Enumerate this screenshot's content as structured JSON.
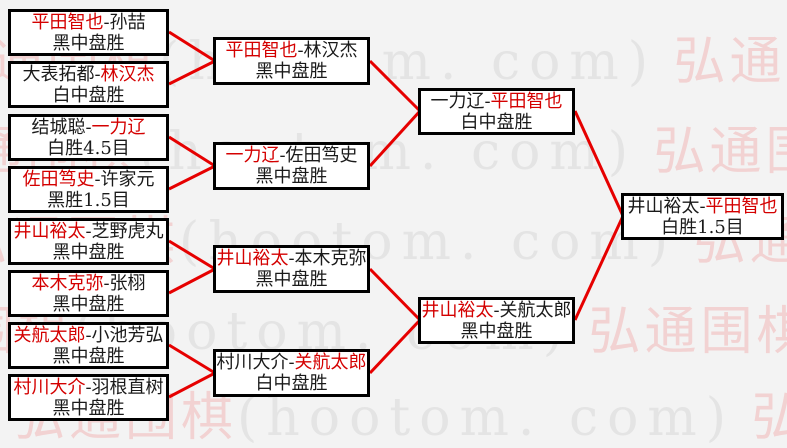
{
  "watermark": {
    "brand": "弘通围棋",
    "site": "(hootom. com)",
    "pink_color": "#f2d2d2",
    "gray_color": "#e4e4e4"
  },
  "colors": {
    "background": "#f3f3f3",
    "connector_red": "#e60000",
    "winner_red": "#d40000",
    "text_black": "#1a1a1a",
    "box_border": "#000000",
    "box_background": "#ffffff"
  },
  "matches": [
    {
      "round": "round1",
      "p1": "平田智也",
      "sep": "-",
      "p2": "孙喆",
      "result": "黑中盘胜",
      "red_player": "p1"
    },
    {
      "round": "round1",
      "p1": "大表拓都",
      "sep": "-",
      "p2": "林汉杰",
      "result": "白中盘胜",
      "red_player": "p2"
    },
    {
      "round": "round1",
      "p1": "结城聪",
      "sep": "-",
      "p2": "一力辽",
      "result": "白胜4.5目",
      "red_player": "p2"
    },
    {
      "round": "round1",
      "p1": "佐田笃史",
      "sep": "-",
      "p2": "许家元",
      "result": "黑胜1.5目",
      "red_player": "p1"
    },
    {
      "round": "round1",
      "p1": "井山裕太",
      "sep": "-",
      "p2": "芝野虎丸",
      "result": "黑中盘胜",
      "red_player": "p1"
    },
    {
      "round": "round1",
      "p1": "本木克弥",
      "sep": "-",
      "p2": "张栩",
      "result": "黑中盘胜",
      "red_player": "p1"
    },
    {
      "round": "round1",
      "p1": "关航太郎",
      "sep": "-",
      "p2": "小池芳弘",
      "result": "黑中盘胜",
      "red_player": "p1"
    },
    {
      "round": "round1",
      "p1": "村川大介",
      "sep": "-",
      "p2": "羽根直树",
      "result": "黑中盘胜",
      "red_player": "p1"
    },
    {
      "round": "round2",
      "p1": "平田智也",
      "sep": "-",
      "p2": "林汉杰",
      "result": "黑中盘胜",
      "red_player": "p1"
    },
    {
      "round": "round2",
      "p1": "一力辽",
      "sep": "-",
      "p2": "佐田笃史",
      "result": "黑中盘胜",
      "red_player": "p1"
    },
    {
      "round": "round2",
      "p1": "井山裕太",
      "sep": "-",
      "p2": "本木克弥",
      "result": "黑中盘胜",
      "red_player": "p1"
    },
    {
      "round": "round2",
      "p1": "村川大介",
      "sep": "-",
      "p2": "关航太郎",
      "result": "白中盘胜",
      "red_player": "p2"
    },
    {
      "round": "semifinal",
      "p1": "一力辽",
      "sep": "-",
      "p2": "平田智也",
      "result": "白中盘胜",
      "red_player": "p2"
    },
    {
      "round": "semifinal",
      "p1": "井山裕太",
      "sep": "-",
      "p2": "关航太郎",
      "result": "黑中盘胜",
      "red_player": "p1"
    },
    {
      "round": "final",
      "p1": "井山裕太",
      "sep": "-",
      "p2": "平田智也",
      "result": "白胜1.5目",
      "red_player": "p2"
    }
  ]
}
